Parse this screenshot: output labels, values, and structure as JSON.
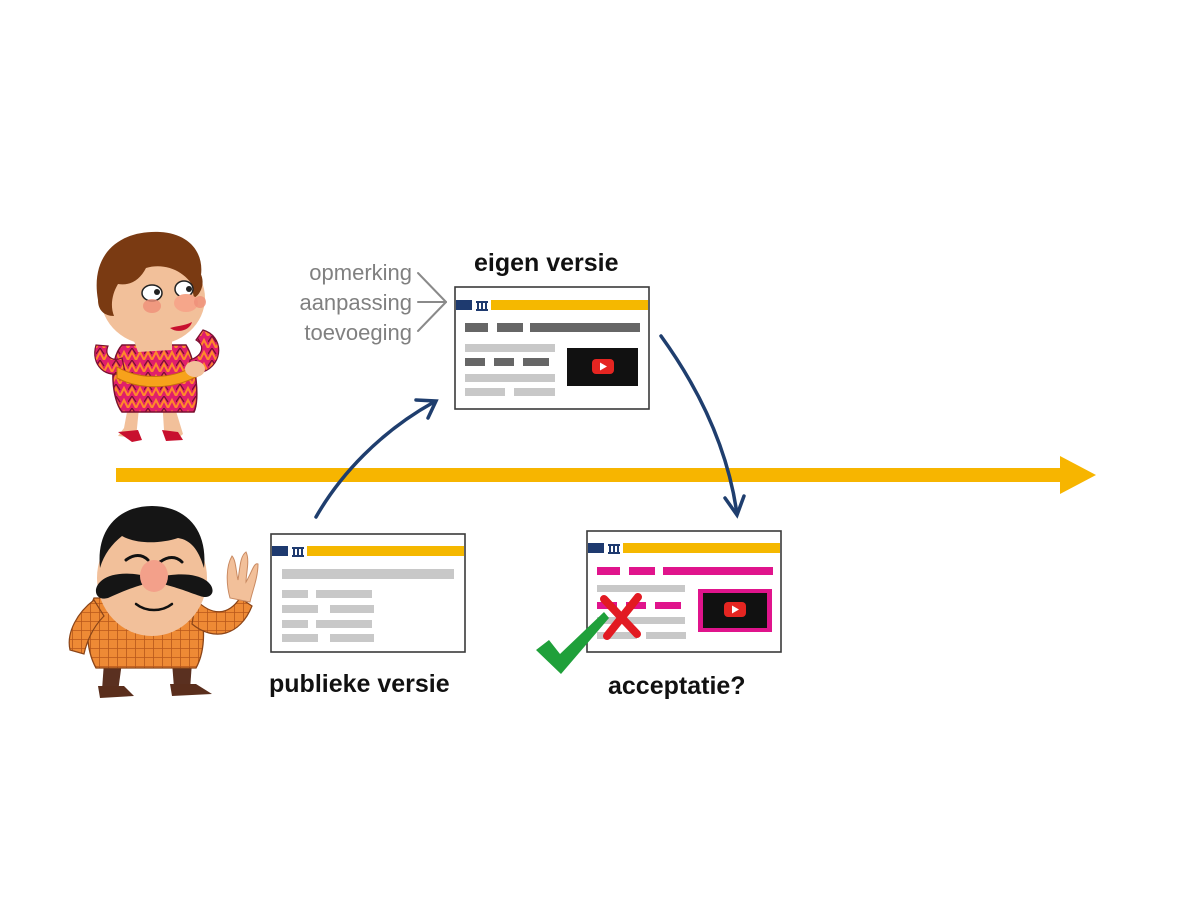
{
  "labels": {
    "own_version": "eigen versie",
    "public_version": "publieke versie",
    "acceptance": "acceptatie?"
  },
  "notes": [
    "opmerking",
    "aanpassing",
    "toevoeging"
  ],
  "colors": {
    "timeline": "#F7B500",
    "flow_arrow": "#1F3E6E",
    "header_navy": "#1E3A6F",
    "header_yellow": "#F5B800",
    "bar_dark": "#666666",
    "bar_light": "#C8C8C8",
    "change_magenta": "#E0148C",
    "video_bg": "#111111",
    "play_red": "#E52521",
    "accept_green": "#1FA03A",
    "reject_red": "#E21A22",
    "note_gray": "#808080"
  },
  "icons": [
    "government-logo-icon",
    "video-play-icon",
    "checkmark-icon",
    "cross-icon",
    "woman-character",
    "man-character"
  ]
}
